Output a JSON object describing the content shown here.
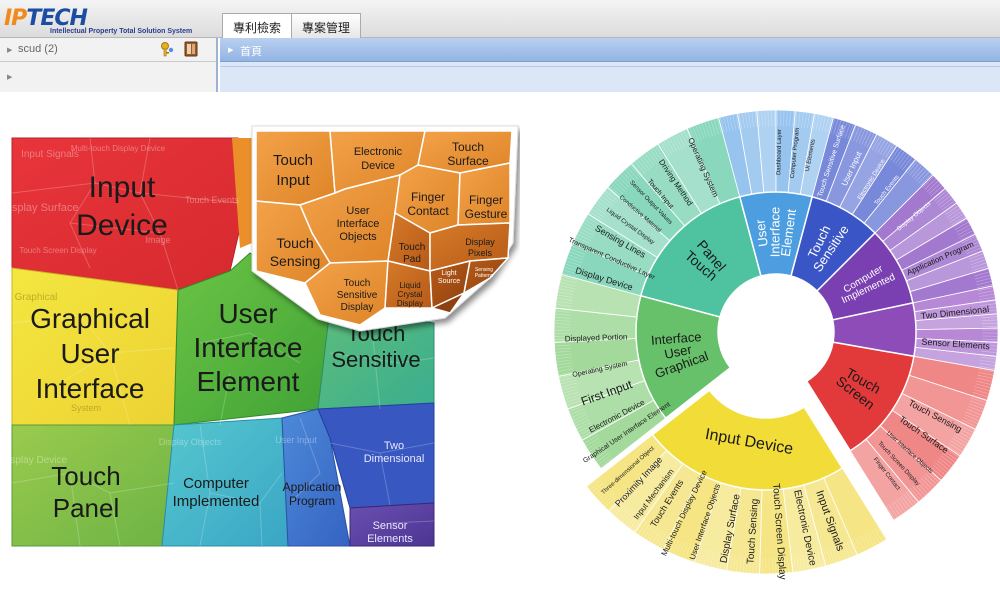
{
  "header": {
    "logo_text": "IPTECH",
    "logo_tagline": "Intellectual Property Total Solution System",
    "tabs": [
      {
        "label": "專利檢索"
      },
      {
        "label": "專案管理"
      }
    ]
  },
  "left_panel": {
    "project_label": "scud (2)"
  },
  "right_panel": {
    "breadcrumb": "首頁"
  },
  "colors": {
    "red": "#e8333a",
    "yellow": "#f2df38",
    "green": "#57b841",
    "teal": "#42b7c4",
    "blue": "#3e6fcf",
    "purple": "#5a3f9b",
    "orange": "#e99432"
  },
  "treemap": {
    "main_labels": {
      "input_device": "Input Device",
      "gui": "Graphical User Interface",
      "uie": "User Interface Element",
      "touch_sensitive": "Touch Sensitive",
      "touch_panel": "Touch Panel",
      "computer_implemented": "Computer Implemented",
      "application_program": "Application Program",
      "two_dimensional": "Two Dimensional",
      "sensor_elements": "Sensor Elements"
    },
    "faint_labels": {
      "input_signals": "Input Signals",
      "multitouch": "Multi-touch Display Device",
      "display_surface": "Display Surface",
      "touch_events": "Touch Events",
      "image": "Image",
      "touch_screen_display": "Touch Screen Display",
      "graphical": "Graphical",
      "display_device": "Display Device",
      "system": "System",
      "display_objects": "Display Objects",
      "user_input": "User Input"
    },
    "zoom_labels": {
      "touch_input": "Touch Input",
      "electronic_device": "Electronic Device",
      "touch_surface": "Touch Surface",
      "user_interface_objects": "User Interface Objects",
      "finger_contact": "Finger Contact",
      "finger_gesture": "Finger Gesture",
      "touch_sensing": "Touch Sensing",
      "touch_pad": "Touch Pad",
      "display_pixels": "Display Pixels",
      "touch_sensitive_display": "Touch Sensitive Display",
      "liquid_crystal_display": "Liquid Crystal Display",
      "light_source": "Light Source",
      "sensing_patterns": "Sensing Patterns"
    }
  },
  "sunburst": {
    "inner": {
      "touch_panel": "Touch Panel",
      "user_interface_element": "User Interface Element",
      "touch_sensitive": "Touch Sensitive",
      "computer_implemented": "Computer Implemented",
      "graphical_user_interface": "Graphical User Interface",
      "input_device": "Input Device",
      "touch_screen": "Touch Screen"
    },
    "outer": {
      "operating_system": "Operating System",
      "driving_method": "Driving Method",
      "touch_input": "Touch Input",
      "sensor_output_values": "Sensor Output Values",
      "conductive_material": "Conductive Material",
      "liquid_crystal_display": "Liquid Crystal Display",
      "sensing_lines": "Sensing Lines",
      "transparent_conductive_layer": "Transparent Conductive Layer",
      "display_device": "Display Device",
      "ui_elements": "UI Elements",
      "computer_program": "Computer Program",
      "dashboard_layer": "Dashboard Layer",
      "touch_sensitive_surface": "Touch Sensitive Surface",
      "user_input": "User Input",
      "electronic_device": "Electronic Device",
      "touch_events": "Touch Events",
      "display_objects": "Display Objects",
      "application_program": "Application Program",
      "two_dimensional": "Two Dimensional",
      "sensor_elements": "Sensor Elements",
      "touch_sensing": "Touch Sensing",
      "touch_surface": "Touch Surface",
      "user_interface_objects": "User Interface Objects",
      "touch_screen_display": "Touch Screen Display",
      "finger_contact": "Finger Contact",
      "displayed_portion": "Displayed Portion",
      "first_input": "First Input",
      "graphical_user_interface_element": "Graphical User Interface Element",
      "three_dimensional_object": "Three-dimensional Object",
      "proximity_image": "Proximity Image",
      "input_mechanism": "Input Mechanism",
      "multitouch_display_device": "Multi-touch Display Device",
      "display_surface": "Display Surface",
      "input_signals": "Input Signals"
    }
  }
}
